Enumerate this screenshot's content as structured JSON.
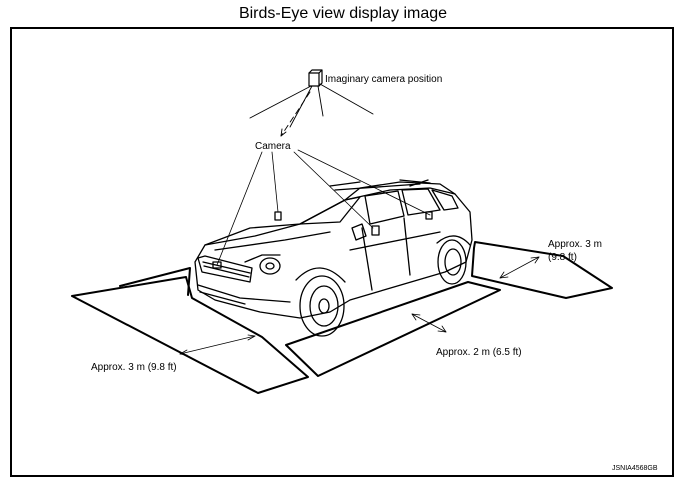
{
  "title": "Birds-Eye view display image",
  "labels": {
    "imaginary_camera": "Imaginary camera position",
    "camera": "Camera",
    "front_distance": "Approx. 3 m (9.8 ft)",
    "side_distance": "Approx. 2 m (6.5 ft)",
    "rear_distance_line1": "Approx. 3 m",
    "rear_distance_line2": "(9.8 ft)"
  },
  "figure_code": "JSNIA4568GB"
}
